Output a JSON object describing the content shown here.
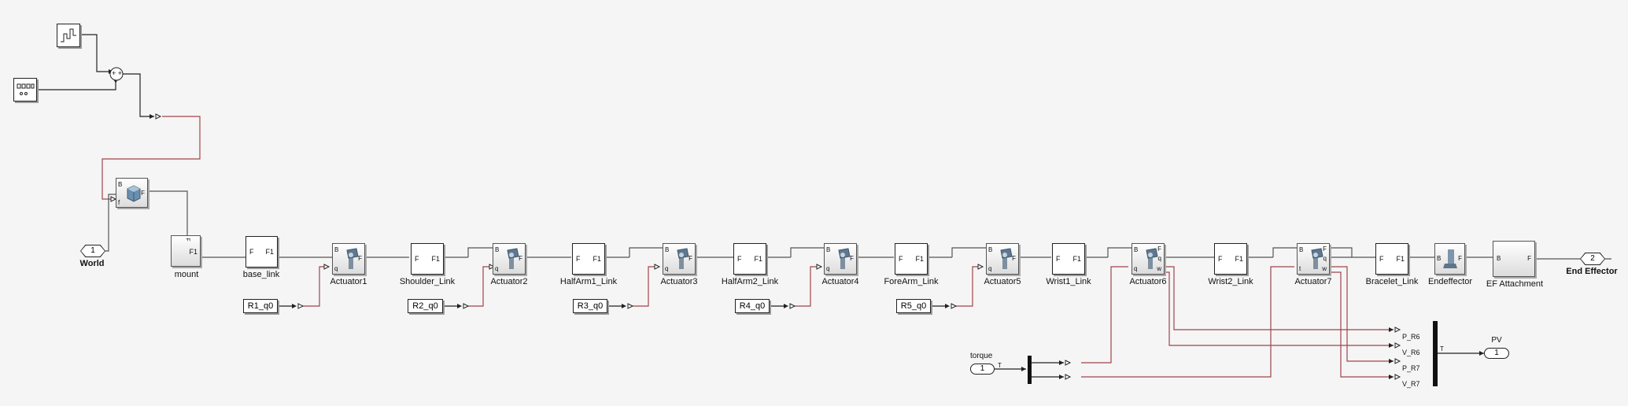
{
  "world": {
    "port_number": "1",
    "label": "World"
  },
  "mount": {
    "label": "mount",
    "port_f1": "F1",
    "port_top": "F"
  },
  "links": [
    {
      "label": "base_link"
    },
    {
      "label": "Shoulder_Link"
    },
    {
      "label": "HalfArm1_Link"
    },
    {
      "label": "HalfArm2_Link"
    },
    {
      "label": "ForeArm_Link"
    },
    {
      "label": "Wrist1_Link"
    },
    {
      "label": "Wrist2_Link"
    },
    {
      "label": "Bracelet_Link"
    }
  ],
  "link_ports": {
    "left": "F",
    "right": "F1"
  },
  "actuators": [
    {
      "label": "Actuator1"
    },
    {
      "label": "Actuator2"
    },
    {
      "label": "Actuator3"
    },
    {
      "label": "Actuator4"
    },
    {
      "label": "Actuator5"
    },
    {
      "label": "Actuator6"
    },
    {
      "label": "Actuator7"
    }
  ],
  "actuator_ports": {
    "base": "B",
    "follower": "F",
    "q": "q",
    "w": "w",
    "t": "t"
  },
  "constants": [
    {
      "value": "R1_q0"
    },
    {
      "value": "R2_q0"
    },
    {
      "value": "R3_q0"
    },
    {
      "value": "R4_q0"
    },
    {
      "value": "R5_q0"
    }
  ],
  "endeffector": {
    "label": "Endeffector",
    "port_b": "B",
    "port_f": "F"
  },
  "ef_attachment": {
    "label": "EF Attachment",
    "port_b": "B",
    "port_f": "F"
  },
  "end_effector_out": {
    "port_number": "2",
    "label": "End Effector"
  },
  "torque_in": {
    "port_number": "1",
    "label": "torque",
    "demux_label": "T"
  },
  "bus": {
    "signals": [
      "P_R6",
      "V_R6",
      "P_R7",
      "V_R7"
    ],
    "mux_label": "T"
  },
  "pv_out": {
    "port_number": "1",
    "label": "PV"
  },
  "gravity_block": {
    "port_b": "B",
    "port_f": "F",
    "port_fr": "f"
  },
  "sum_block": {
    "signs": "+ +"
  },
  "colors": {
    "line_black": "#222222",
    "line_red": "#a0434b",
    "background": "#f5f5f5"
  }
}
